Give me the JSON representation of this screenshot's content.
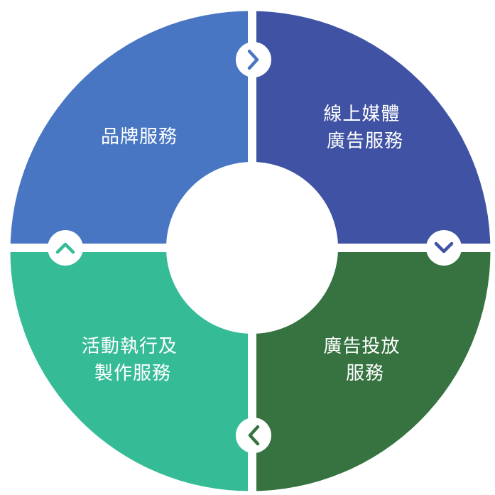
{
  "diagram": {
    "segments": [
      {
        "id": "brand",
        "lines": [
          "品牌服務"
        ],
        "color": "#4876C3"
      },
      {
        "id": "online-media",
        "lines": [
          "線上媒體",
          "廣告服務"
        ],
        "color": "#3F52A3"
      },
      {
        "id": "ad-placement",
        "lines": [
          "廣告投放",
          "服務"
        ],
        "color": "#367340"
      },
      {
        "id": "event",
        "lines": [
          "活動執行及",
          "製作服務"
        ],
        "color": "#35BC97"
      }
    ],
    "arrows": [
      {
        "id": "top",
        "direction": "right",
        "icon": "chevron-right-icon",
        "color": "#4876C3"
      },
      {
        "id": "right",
        "direction": "down",
        "icon": "chevron-down-icon",
        "color": "#3F52A3"
      },
      {
        "id": "bottom",
        "direction": "left",
        "icon": "chevron-left-icon",
        "color": "#367340"
      },
      {
        "id": "left",
        "direction": "up",
        "icon": "chevron-up-icon",
        "color": "#35BC97"
      }
    ]
  }
}
